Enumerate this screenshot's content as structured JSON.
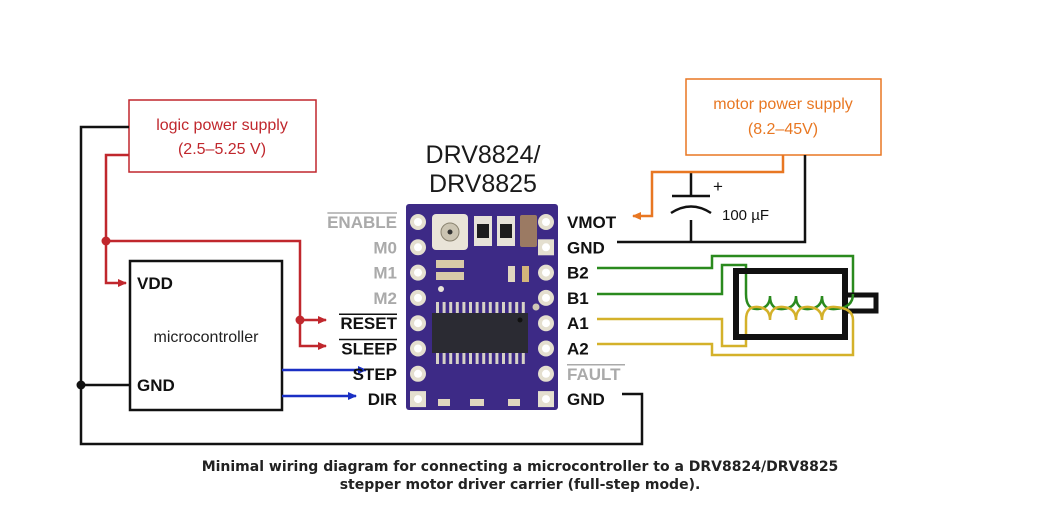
{
  "title": {
    "line1": "DRV8824/",
    "line2": "DRV8825"
  },
  "logic_supply": {
    "line1": "logic power supply",
    "line2": "(2.5–5.25 V)",
    "color": "#c0272d"
  },
  "motor_supply": {
    "line1": "motor power supply",
    "line2": "(8.2–45V)",
    "color": "#e87722"
  },
  "microcontroller": {
    "label": "microcontroller",
    "pin_vdd": "VDD",
    "pin_gnd": "GND"
  },
  "capacitor": {
    "value": "100 µF",
    "polarity": "+"
  },
  "driver_left_pins": [
    {
      "label": "ENABLE",
      "overline": true,
      "active": false
    },
    {
      "label": "M0",
      "overline": false,
      "active": false
    },
    {
      "label": "M1",
      "overline": false,
      "active": false
    },
    {
      "label": "M2",
      "overline": false,
      "active": false
    },
    {
      "label": "RESET",
      "overline": true,
      "active": true
    },
    {
      "label": "SLEEP",
      "overline": true,
      "active": true
    },
    {
      "label": "STEP",
      "overline": false,
      "active": true
    },
    {
      "label": "DIR",
      "overline": false,
      "active": true
    }
  ],
  "driver_right_pins": [
    {
      "label": "VMOT",
      "overline": false,
      "active": true
    },
    {
      "label": "GND",
      "overline": false,
      "active": true
    },
    {
      "label": "B2",
      "overline": false,
      "active": true
    },
    {
      "label": "B1",
      "overline": false,
      "active": true
    },
    {
      "label": "A1",
      "overline": false,
      "active": true
    },
    {
      "label": "A2",
      "overline": false,
      "active": true
    },
    {
      "label": "FAULT",
      "overline": true,
      "active": false
    },
    {
      "label": "GND",
      "overline": false,
      "active": true
    }
  ],
  "wire_colors": {
    "logic": "#c0272d",
    "signal": "#1a2fc4",
    "motor_power": "#e87722",
    "ground": "#111111",
    "coil_b": "#2a8a1e",
    "coil_a": "#d4b12a",
    "board": "#3d2a86"
  },
  "caption": {
    "line1": "Minimal wiring diagram for connecting a microcontroller to a DRV8824/DRV8825",
    "line2": "stepper motor driver carrier (full-step mode)."
  }
}
